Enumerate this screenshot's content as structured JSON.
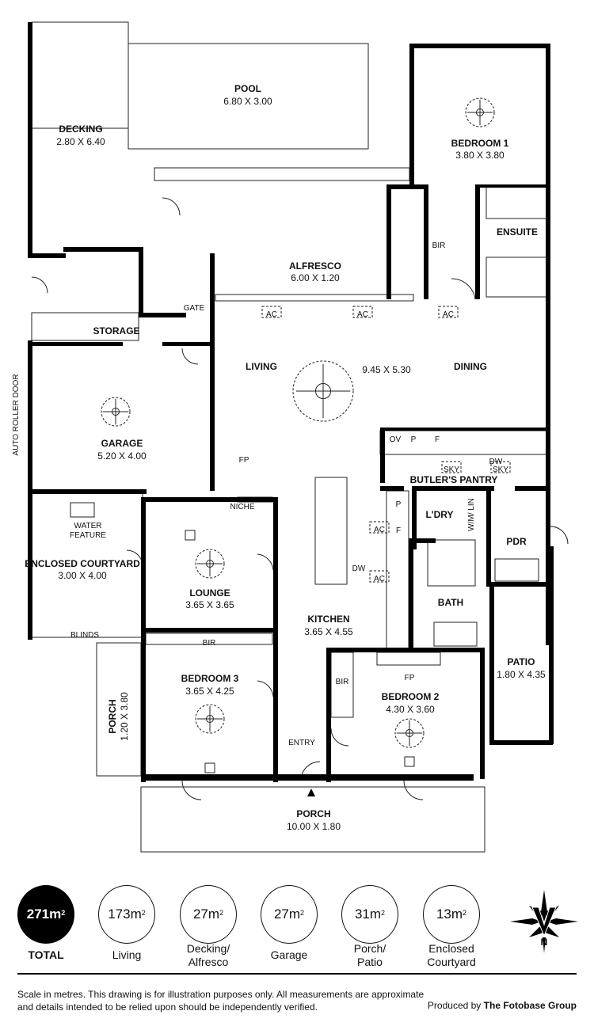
{
  "rooms": {
    "decking": {
      "name": "DECKING",
      "size": "2.80 X 6.40"
    },
    "pool": {
      "name": "POOL",
      "size": "6.80 X 3.00"
    },
    "bedroom1": {
      "name": "BEDROOM 1",
      "size": "3.80 X 3.80"
    },
    "ensuite": {
      "name": "ENSUITE"
    },
    "bir1": {
      "name": "BIR"
    },
    "alfresco": {
      "name": "ALFRESCO",
      "size": "6.00 X 1.20"
    },
    "gate": {
      "name": "GATE"
    },
    "storage": {
      "name": "STORAGE"
    },
    "living": {
      "name": "LIVING"
    },
    "living_dining_size": "9.45 X 5.30",
    "dining": {
      "name": "DINING"
    },
    "garage": {
      "name": "GARAGE",
      "size": "5.20 X 4.00"
    },
    "auto_roller_door": "AUTO ROLLER DOOR",
    "butlers_pantry": {
      "name": "BUTLER'S PANTRY"
    },
    "niche": "NICHE",
    "laundry": {
      "name": "L'DRY"
    },
    "wm_lin": "W/M/ LIN",
    "water_feature": [
      "WATER",
      "FEATURE"
    ],
    "enclosed_courtyard": {
      "name": "ENCLOSED COURTYARD",
      "size": "3.00 X 4.00"
    },
    "pdr": {
      "name": "PDR"
    },
    "lounge": {
      "name": "LOUNGE",
      "size": "3.65 X 3.65"
    },
    "bath": {
      "name": "BATH"
    },
    "kitchen": {
      "name": "KITCHEN",
      "size": "3.65 X 4.55"
    },
    "blinds": "BLINDS",
    "bir3": {
      "name": "BIR"
    },
    "patio": {
      "name": "PATIO",
      "size": "1.80 X 4.35"
    },
    "bedroom3": {
      "name": "BEDROOM 3",
      "size": "3.65 X 4.25"
    },
    "bir2": {
      "name": "BIR"
    },
    "bedroom2": {
      "name": "BEDROOM 2",
      "size": "4.30 X 3.60"
    },
    "porch_side": {
      "name": "PORCH",
      "size": "1.20 X 3.80"
    },
    "entry": {
      "name": "ENTRY"
    },
    "porch": {
      "name": "PORCH",
      "size": "10.00 X 1.80"
    }
  },
  "fixtures": {
    "ac": "AC",
    "fp": "FP",
    "ov": "OV",
    "p": "P",
    "f": "F",
    "dw": "DW",
    "sky": "SKY"
  },
  "stats": [
    {
      "value": "271m",
      "label": "TOTAL",
      "highlight": true
    },
    {
      "value": "173m",
      "label": "Living"
    },
    {
      "value": "27m",
      "label": "Decking/ Alfresco"
    },
    {
      "value": "27m",
      "label": "Garage"
    },
    {
      "value": "31m",
      "label": "Porch/ Patio"
    },
    {
      "value": "13m",
      "label": "Enclosed Courtyard"
    }
  ],
  "unit_sup": "2",
  "compass_letter": "N",
  "disclaimer": "Scale in metres. This drawing is for illustration purposes only. All measurements are approximate and details intended to be relied upon should be independently verified.",
  "produced_by_prefix": "Produced by",
  "produced_by_name": "The Fotobase Group"
}
